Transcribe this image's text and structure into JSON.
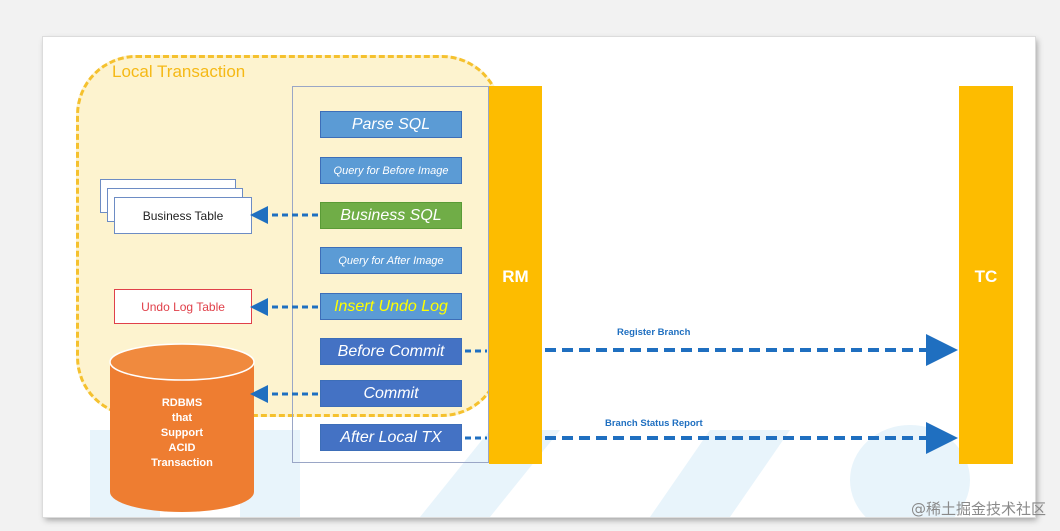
{
  "local_transaction": {
    "title": "Local Transaction"
  },
  "steps": [
    {
      "id": "parse-sql",
      "label": "Parse SQL",
      "size": "big",
      "bg": "#5b9bd5",
      "fg": "#ffffff"
    },
    {
      "id": "query-before-image",
      "label": "Query for Before Image",
      "size": "small",
      "bg": "#5b9bd5",
      "fg": "#ffffff"
    },
    {
      "id": "business-sql",
      "label": "Business SQL",
      "size": "big",
      "bg": "#70ad47",
      "fg": "#ffffff"
    },
    {
      "id": "query-after-image",
      "label": "Query for After Image",
      "size": "small",
      "bg": "#5b9bd5",
      "fg": "#ffffff"
    },
    {
      "id": "insert-undo-log",
      "label": "Insert Undo Log",
      "size": "big",
      "bg": "#5b9bd5",
      "fg": "#ffff00"
    },
    {
      "id": "before-commit",
      "label": "Before Commit",
      "size": "big",
      "bg": "#4472c4",
      "fg": "#ffffff"
    },
    {
      "id": "commit",
      "label": "Commit",
      "size": "big",
      "bg": "#4472c4",
      "fg": "#ffffff"
    },
    {
      "id": "after-local-tx",
      "label": "After Local TX",
      "size": "big",
      "bg": "#4472c4",
      "fg": "#ffffff"
    }
  ],
  "business_table": {
    "label": "Business Table"
  },
  "undo_log_table": {
    "label": "Undo Log Table",
    "border_color": "#e0404a"
  },
  "database": {
    "label": "RDBMS\nthat\nSupport\nACID\nTransaction",
    "color": "#ee7d31"
  },
  "rm": {
    "label": "RM"
  },
  "tc": {
    "label": "TC"
  },
  "messages": {
    "register_branch": "Register Branch",
    "branch_status_report": "Branch Status Report"
  },
  "colors": {
    "bar": "#fdbc00",
    "arrow": "#1f6fc0",
    "region_border": "#f5c12e"
  },
  "watermark": "@稀土掘金技术社区"
}
